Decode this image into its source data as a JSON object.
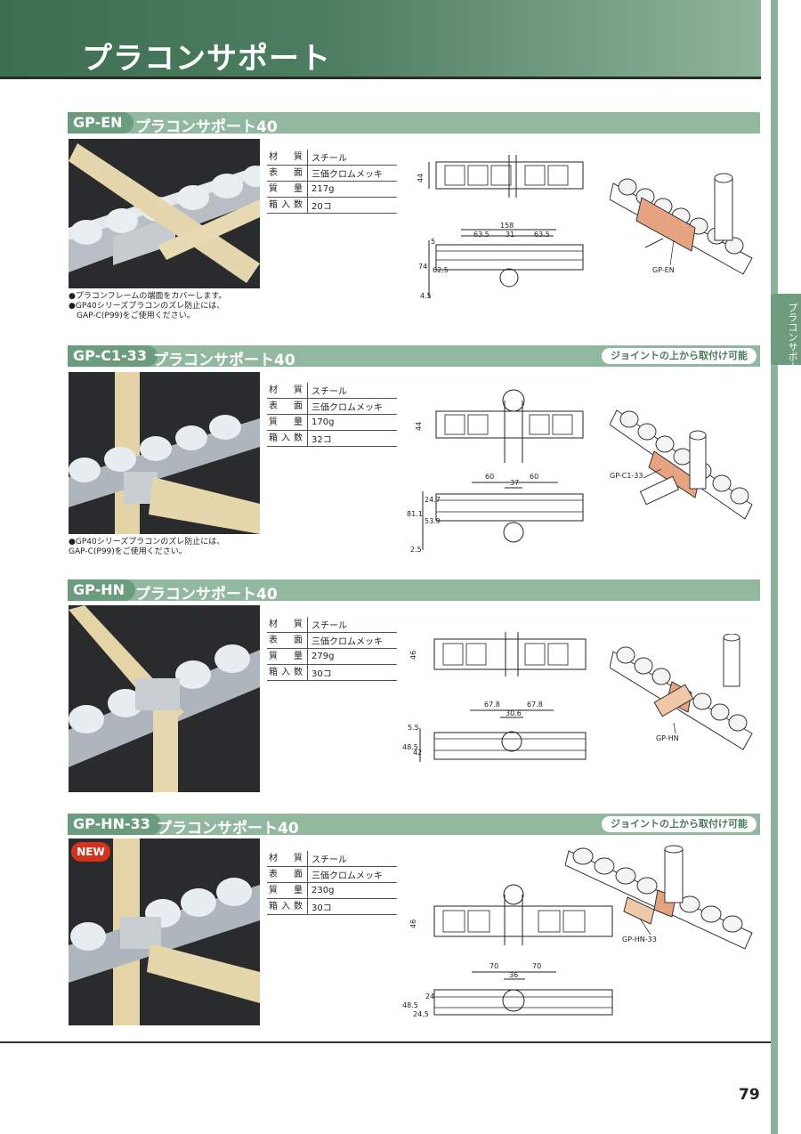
{
  "header": {
    "title": "プラコンサポート"
  },
  "side_tab": {
    "label": "プラコンサポート"
  },
  "sections": [
    {
      "code": "GP-EN",
      "title": "プラコンサポート40",
      "note": "",
      "specs": [
        {
          "key": "材　質",
          "value": "スチール"
        },
        {
          "key": "表　面",
          "value": "三価クロムメッキ"
        },
        {
          "key": "質　量",
          "value": "217g"
        },
        {
          "key": "箱入数",
          "value": "20コ"
        }
      ],
      "notes": [
        "●プラコンフレームの端面をカバーします。",
        "●GP40シリーズプラコンのズレ防止には、",
        "　GAP-C(P99)をご使用ください。"
      ],
      "dims": {
        "h": "44",
        "total": "158",
        "a": "63.5",
        "b": "31",
        "c": "63.5",
        "v1": "74",
        "v2": "62.5",
        "v3": "4.5",
        "v4": "5"
      },
      "callout": "GP-EN"
    },
    {
      "code": "GP-C1-33",
      "title": "プラコンサポート40",
      "note": "ジョイントの上から取付け可能",
      "specs": [
        {
          "key": "材　質",
          "value": "スチール"
        },
        {
          "key": "表　面",
          "value": "三価クロムメッキ"
        },
        {
          "key": "質　量",
          "value": "170g"
        },
        {
          "key": "箱入数",
          "value": "32コ"
        }
      ],
      "notes": [
        "●GP40シリーズプラコンのズレ防止には、",
        "GAP-C(P99)をご使用ください。"
      ],
      "dims": {
        "h": "44",
        "a": "60",
        "b": "37",
        "c": "60",
        "v1": "81.1",
        "v2": "53.9",
        "v3": "24.7",
        "v4": "2.5"
      },
      "callout": "GP-C1-33"
    },
    {
      "code": "GP-HN",
      "title": "プラコンサポート40",
      "note": "",
      "specs": [
        {
          "key": "材　質",
          "value": "スチール"
        },
        {
          "key": "表　面",
          "value": "三価クロムメッキ"
        },
        {
          "key": "質　量",
          "value": "279g"
        },
        {
          "key": "箱入数",
          "value": "30コ"
        }
      ],
      "notes": [],
      "dims": {
        "h": "46",
        "a": "67.8",
        "b": "30.6",
        "c": "67.8",
        "v1": "48.5",
        "v2": "42",
        "v3": "5.5"
      },
      "callout": "GP-HN"
    },
    {
      "code": "GP-HN-33",
      "title": "プラコンサポート40",
      "note": "ジョイントの上から取付け可能",
      "specs": [
        {
          "key": "材　質",
          "value": "スチール"
        },
        {
          "key": "表　面",
          "value": "三価クロムメッキ"
        },
        {
          "key": "質　量",
          "value": "230g"
        },
        {
          "key": "箱入数",
          "value": "30コ"
        }
      ],
      "notes": [],
      "dims": {
        "h": "46",
        "a": "70",
        "b": "36",
        "c": "70",
        "v1": "48.5",
        "v2": "24.5",
        "v3": "24"
      },
      "callout": "GP-HN-33"
    }
  ],
  "badge": "NEW",
  "page_number": "79"
}
